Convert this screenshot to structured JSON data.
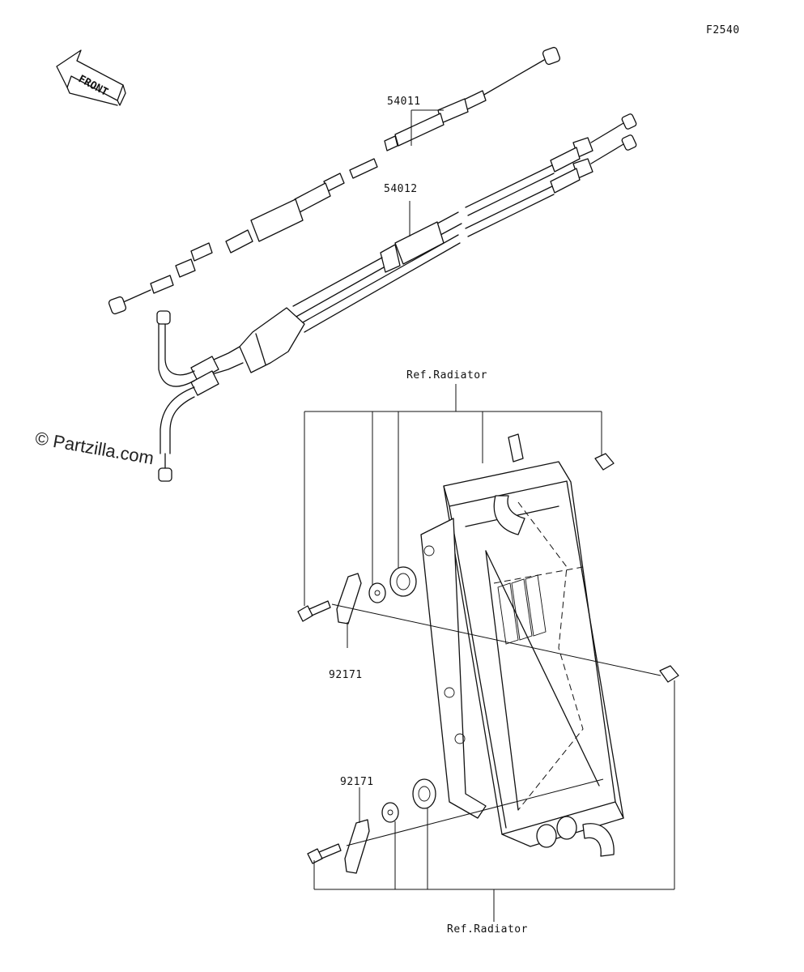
{
  "diagram_code": "F2540",
  "front_label": "FRONT",
  "watermark": "© Partzilla.com",
  "parts": {
    "cable_1": "54011",
    "cable_2": "54012",
    "bracket_upper": "92171",
    "bracket_lower": "92171"
  },
  "references": {
    "upper": "Ref.Radiator",
    "lower": "Ref.Radiator"
  }
}
